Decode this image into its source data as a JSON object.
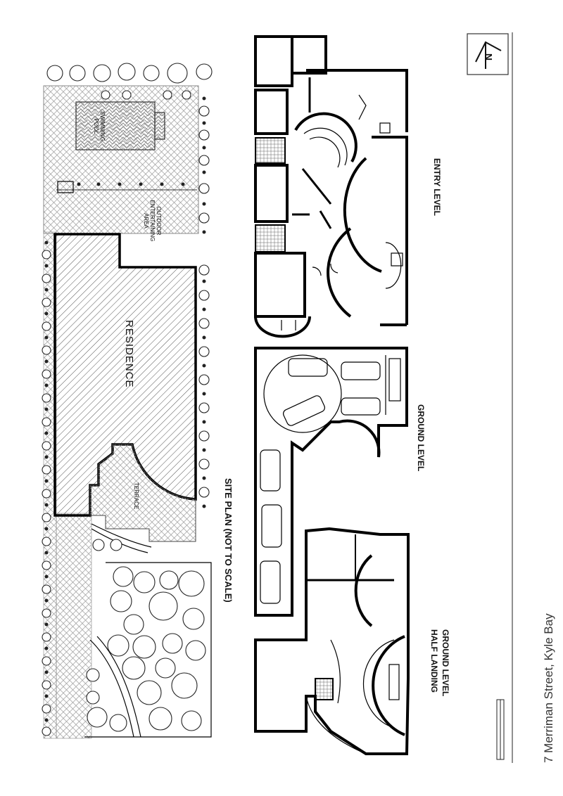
{
  "address": "7 Merriman Street, Kyle Bay",
  "compass": {
    "letter": "N",
    "icon": "north-arrow-icon"
  },
  "site_plan": {
    "title": "SITE PLAN   (NOT TO SCALE)",
    "labels": {
      "residence": "RESIDENCE",
      "pool": "SWIMMING POOL",
      "outdoor": "OUTDOOR ENTERTAINING AREA",
      "terrace": "TERRACE"
    }
  },
  "entry_level": {
    "title": "ENTRY LEVEL"
  },
  "ground_level": {
    "title": "GROUND LEVEL"
  },
  "half_landing": {
    "title_line1": "GROUND LEVEL",
    "title_line2": "HALF LANDING"
  },
  "colors": {
    "line": "#000000",
    "hatch": "#555555",
    "paving": "#888888",
    "background": "#ffffff"
  }
}
